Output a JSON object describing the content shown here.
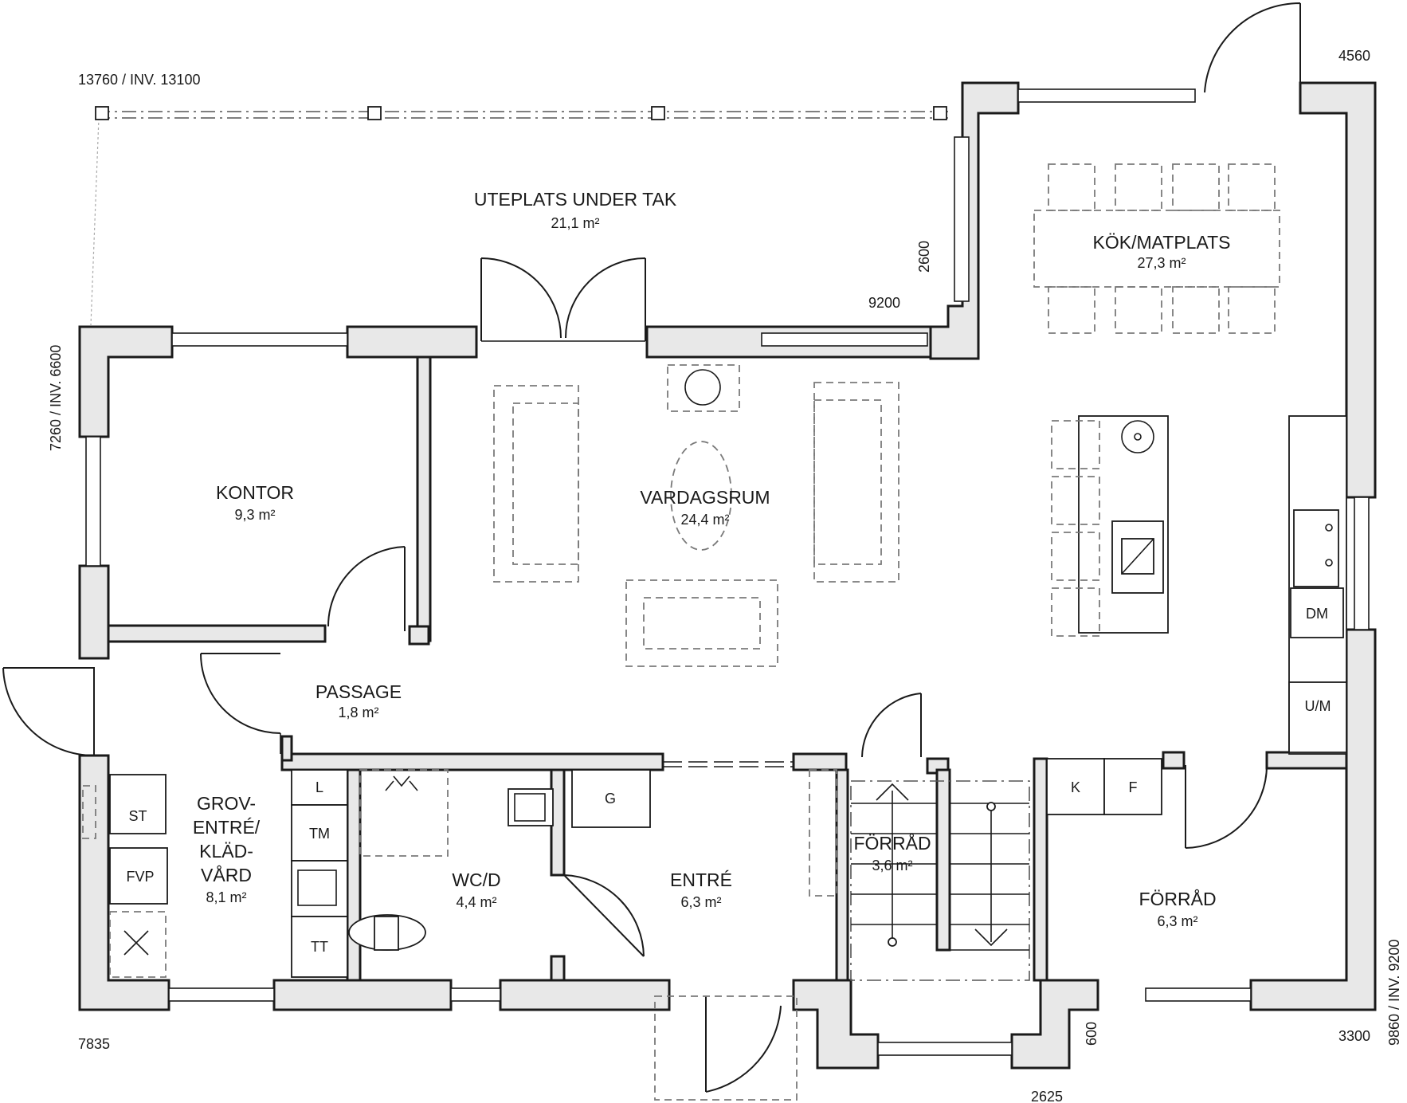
{
  "rooms": {
    "uteplats": {
      "name": "UTEPLATS UNDER TAK",
      "area": "21,1 m²"
    },
    "kok": {
      "name": "KÖK/MATPLATS",
      "area": "27,3 m²"
    },
    "kontor": {
      "name": "KONTOR",
      "area": "9,3 m²"
    },
    "vardagsrum": {
      "name": "VARDAGSRUM",
      "area": "24,4 m²"
    },
    "passage": {
      "name": "PASSAGE",
      "area": "1,8 m²"
    },
    "grovline1": "GROV-",
    "grovline2": "ENTRÉ/",
    "grovline3": "KLÄD-",
    "grovline4": "VÅRD",
    "grovarea": "8,1 m²",
    "wc": {
      "name": "WC/D",
      "area": "4,4 m²"
    },
    "entre": {
      "name": "ENTRÉ",
      "area": "6,3 m²"
    },
    "forrad_small": {
      "name": "FÖRRÅD",
      "area": "3,6 m²"
    },
    "forrad": {
      "name": "FÖRRÅD",
      "area": "6,3 m²"
    }
  },
  "fixtures": {
    "st": "ST",
    "fvp": "FVP",
    "l": "L",
    "tm": "TM",
    "tt": "TT",
    "g": "G",
    "dm": "DM",
    "um": "U/M",
    "k": "K",
    "f": "F"
  },
  "dimensions": {
    "top_left": "13760 / INV. 13100",
    "top_right": "4560",
    "left_vertical": "7260 / INV. 6600",
    "d2600": "2600",
    "d9200": "9200",
    "bottom_left": "7835",
    "bottom_right": "3300",
    "right_vertical": "9860 / INV. 9200",
    "d600": "600",
    "d2625": "2625"
  }
}
